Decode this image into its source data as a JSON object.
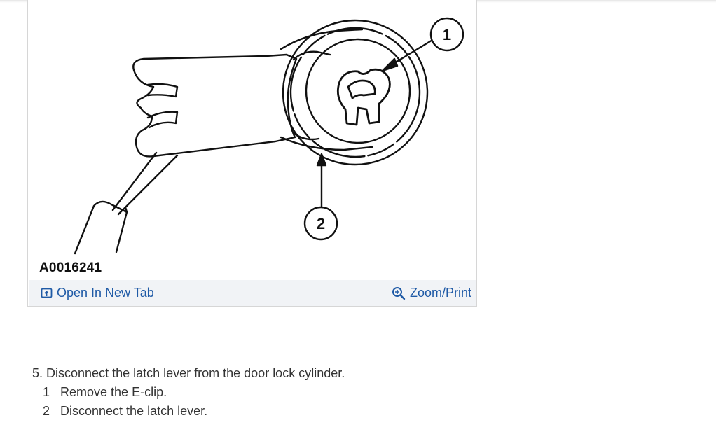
{
  "figure": {
    "id": "A0016241",
    "callouts": [
      "1",
      "2"
    ],
    "open_tab_label": "Open In New Tab",
    "zoom_print_label": "Zoom/Print",
    "open_tab_icon": "open-in-new-tab-icon",
    "zoom_icon": "zoom-in-icon",
    "link_color": "#1f5aa6"
  },
  "instructions": {
    "step_number": "5.",
    "step_text": "Disconnect the latch lever from the door lock cylinder.",
    "substeps": [
      {
        "number": "1",
        "text": "Remove the E-clip."
      },
      {
        "number": "2",
        "text": "Disconnect the latch lever."
      }
    ]
  }
}
